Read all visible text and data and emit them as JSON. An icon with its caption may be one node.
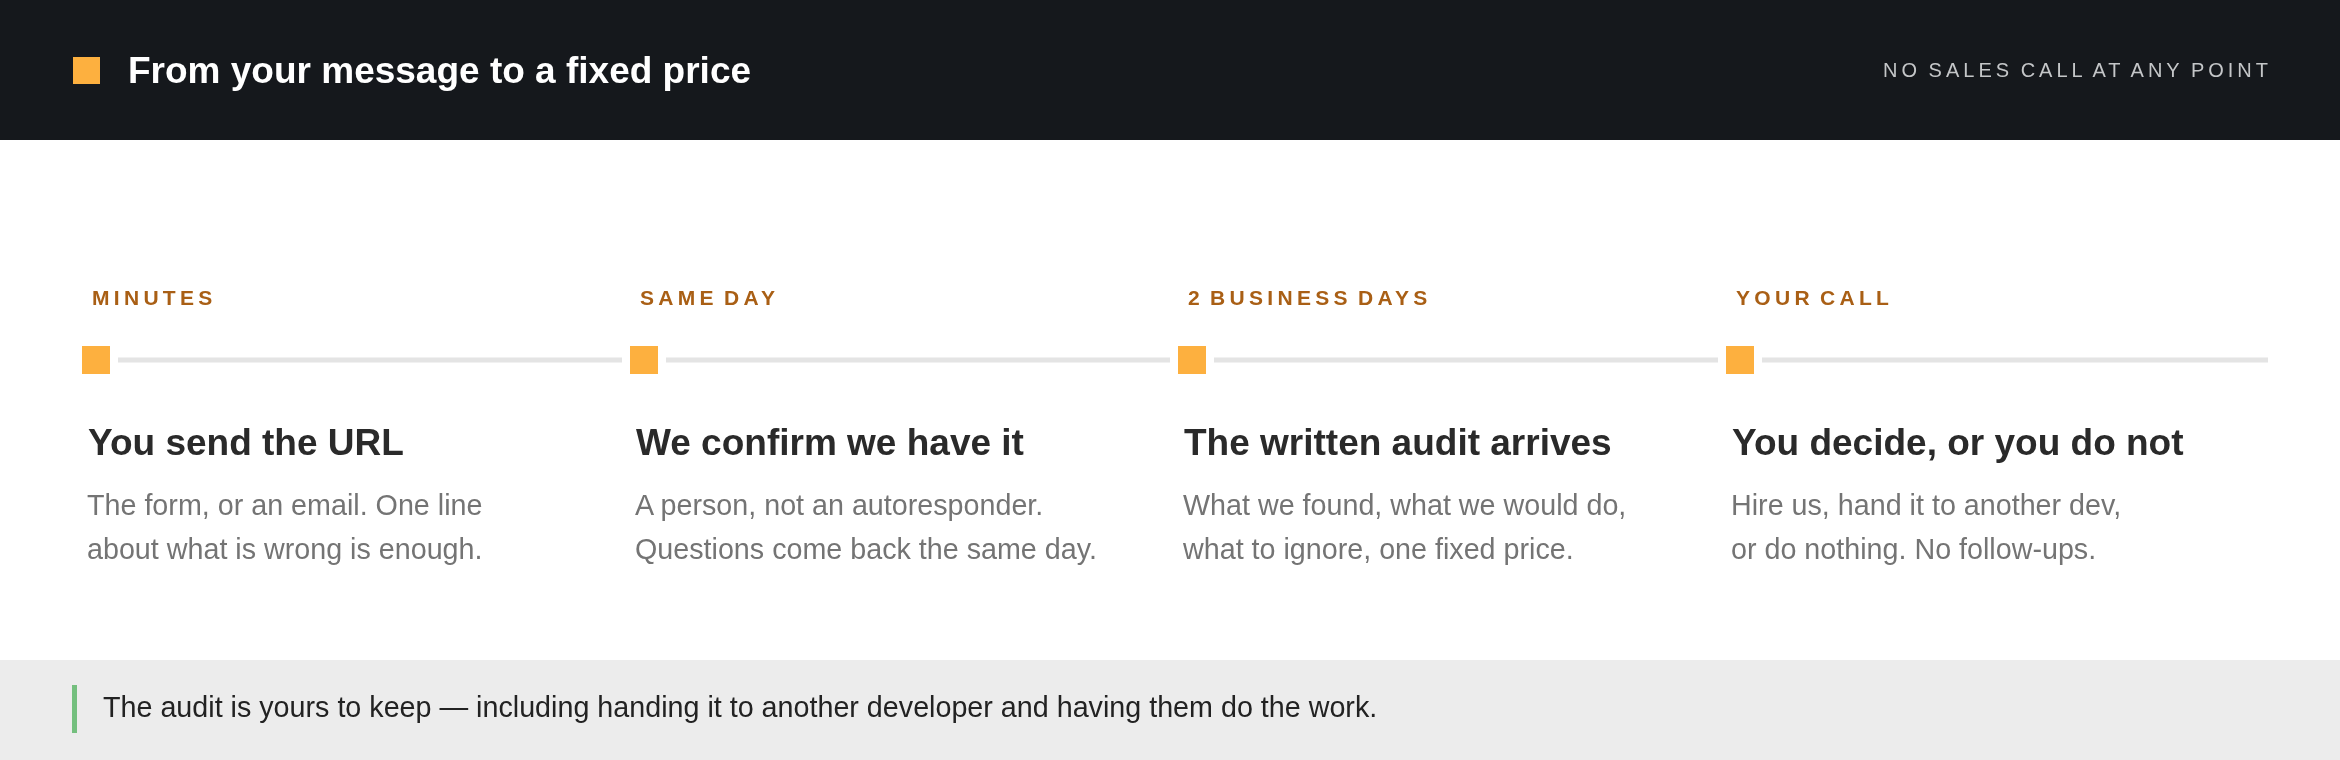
{
  "diagram": {
    "title": "From your message to a fixed price",
    "nodes": [
      {
        "text": [],
        "shape": "box",
        "beside": [
          "MINUTES",
          "You send the URL",
          "The form, or an email. One line about what is wrong is enough."
        ]
      },
      {
        "text": [],
        "shape": "box",
        "beside": [
          "SAME DAY",
          "We confirm we have it",
          "A person, not an autoresponder. Questions come back the same day."
        ]
      },
      {
        "text": [],
        "shape": "box",
        "beside": [
          "2 BUSINESS DAYS",
          "The written audit arrives",
          "What we found, what we would do, what to ignore, one fixed price."
        ]
      },
      {
        "text": [],
        "shape": "box",
        "beside": [
          "YOUR CALL",
          "You decide, or you do not",
          "Hire us, hand it to another dev, or do nothing. No follow-ups."
        ]
      }
    ],
    "edges": [
      {
        "from": 0,
        "to": 1,
        "arrow": "none"
      },
      {
        "from": 1,
        "to": 2,
        "arrow": "none"
      },
      {
        "from": 2,
        "to": 3,
        "arrow": "none"
      },
      {
        "from": 3,
        "to": null,
        "arrow": "none"
      }
    ],
    "labels": [
      "NO SALES CALL AT ANY POINT",
      "The audit is yours to keep — including handing it to another developer and having them do the work."
    ]
  }
}
